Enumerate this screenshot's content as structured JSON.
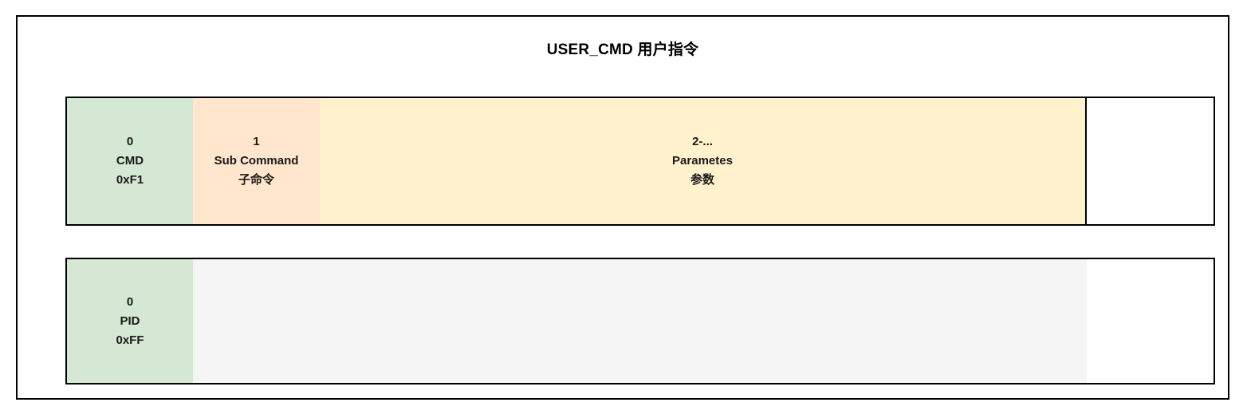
{
  "diagram": {
    "title": "USER_CMD 用户指令",
    "colors": {
      "green": "#d5e8d4",
      "orange": "#ffe6cc",
      "yellow": "#fff2cc",
      "gray": "#f5f5f5",
      "white": "#ffffff",
      "border": "#000000"
    },
    "rows": [
      {
        "name": "user-cmd-frame",
        "cells": [
          {
            "name": "cmd",
            "index": "0",
            "label_en": "CMD",
            "label_extra": "0xF1",
            "color": "#d5e8d4"
          },
          {
            "name": "sub-command",
            "index": "1",
            "label_en": "Sub Command",
            "label_extra": "子命令",
            "color": "#ffe6cc"
          },
          {
            "name": "parametes",
            "index": "2-...",
            "label_en": "Parametes",
            "label_extra": "参数",
            "color": "#fff2cc"
          },
          {
            "name": "tail",
            "index": "",
            "label_en": "",
            "label_extra": "",
            "color": "#ffffff"
          }
        ]
      },
      {
        "name": "pid-frame",
        "cells": [
          {
            "name": "pid",
            "index": "0",
            "label_en": "PID",
            "label_extra": "0xFF",
            "color": "#d5e8d4"
          },
          {
            "name": "body",
            "index": "",
            "label_en": "",
            "label_extra": "",
            "color": "#f5f5f5"
          },
          {
            "name": "tail",
            "index": "",
            "label_en": "",
            "label_extra": "",
            "color": "#ffffff"
          }
        ]
      }
    ]
  }
}
